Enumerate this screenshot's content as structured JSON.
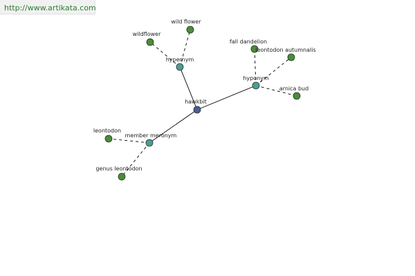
{
  "source": {
    "url": "http://www.artikata.com"
  },
  "colors": {
    "center_node": "#4a5aa0",
    "relation_node": "#4f9a9a",
    "leaf_node": "#4c8a3c",
    "edge": "#000000"
  },
  "graph": {
    "center": {
      "id": "hawkbit",
      "label": "hawkbit",
      "kind": "center"
    },
    "relations": [
      {
        "id": "hypernym",
        "label": "hypernym",
        "kind": "relation"
      },
      {
        "id": "hyponym",
        "label": "hyponym",
        "kind": "relation"
      },
      {
        "id": "member-meronym",
        "label": "member meronym",
        "kind": "relation"
      }
    ],
    "leaves": [
      {
        "id": "wildflower",
        "label": "wildflower",
        "parent": "hypernym"
      },
      {
        "id": "wild-flower",
        "label": "wild flower",
        "parent": "hypernym"
      },
      {
        "id": "fall-dandelion",
        "label": "fall dandelion",
        "parent": "hyponym"
      },
      {
        "id": "leontodon-autumnalis",
        "label": "leontodon autumnalis",
        "parent": "hyponym"
      },
      {
        "id": "arnica-bud",
        "label": "arnica bud",
        "parent": "hyponym"
      },
      {
        "id": "leontodon",
        "label": "leontodon",
        "parent": "member-meronym"
      },
      {
        "id": "genus-leontodon",
        "label": "genus leontodon",
        "parent": "member-meronym"
      }
    ]
  }
}
